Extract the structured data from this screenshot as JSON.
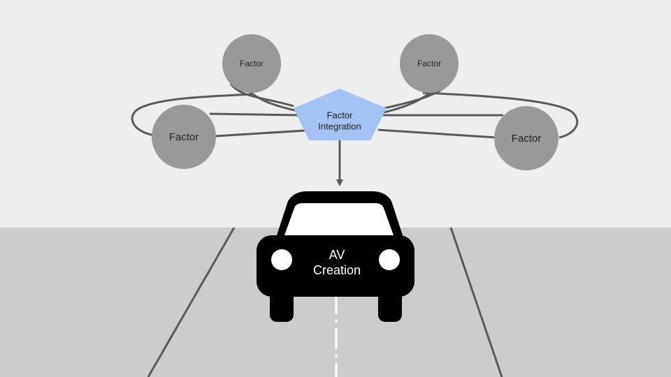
{
  "diagram": {
    "factors": [
      {
        "label": "Factor"
      },
      {
        "label": "Factor"
      },
      {
        "label": "Factor"
      },
      {
        "label": "Factor"
      }
    ],
    "hub": {
      "line1": "Factor",
      "line2": "Integration"
    },
    "car": {
      "line1": "AV",
      "line2": "Creation"
    }
  },
  "colors": {
    "background": "#eeeeee",
    "road": "#cccccc",
    "factor_fill": "#999999",
    "hub_fill": "#a4c2f4",
    "car_fill": "#000000",
    "connector": "#595959"
  }
}
